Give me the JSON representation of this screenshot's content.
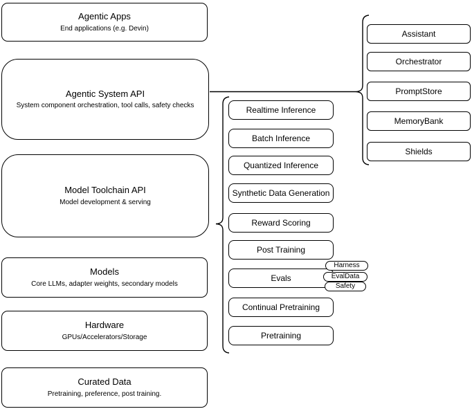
{
  "diagram": {
    "background": "#ffffff",
    "stroke_color": "#000000",
    "text_color": "#000000",
    "stack_layers": [
      {
        "title": "Agentic Apps",
        "subtitle": "End applications (e.g. Devin)"
      },
      {
        "title": "Agentic System API",
        "subtitle": "System component orchestration, tool calls, safety checks"
      },
      {
        "title": "Model Toolchain API",
        "subtitle": "Model development & serving"
      },
      {
        "title": "Models",
        "subtitle": "Core LLMs, adapter weights, secondary models"
      },
      {
        "title": "Hardware",
        "subtitle": "GPUs/Accelerators/Storage"
      },
      {
        "title": "Curated Data",
        "subtitle": "Pretraining, preference, post training."
      }
    ],
    "toolchain_components": [
      "Realtime Inference",
      "Batch Inference",
      "Quantized Inference",
      "Synthetic Data Generation",
      "Reward Scoring",
      "Post Training",
      "Evals",
      "Continual Pretraining",
      "Pretraining"
    ],
    "eval_badges": [
      "Harness",
      "EvalData",
      "Safety"
    ],
    "system_components": [
      "Assistant",
      "Orchestrator",
      "PromptStore",
      "MemoryBank",
      "Shields"
    ]
  }
}
